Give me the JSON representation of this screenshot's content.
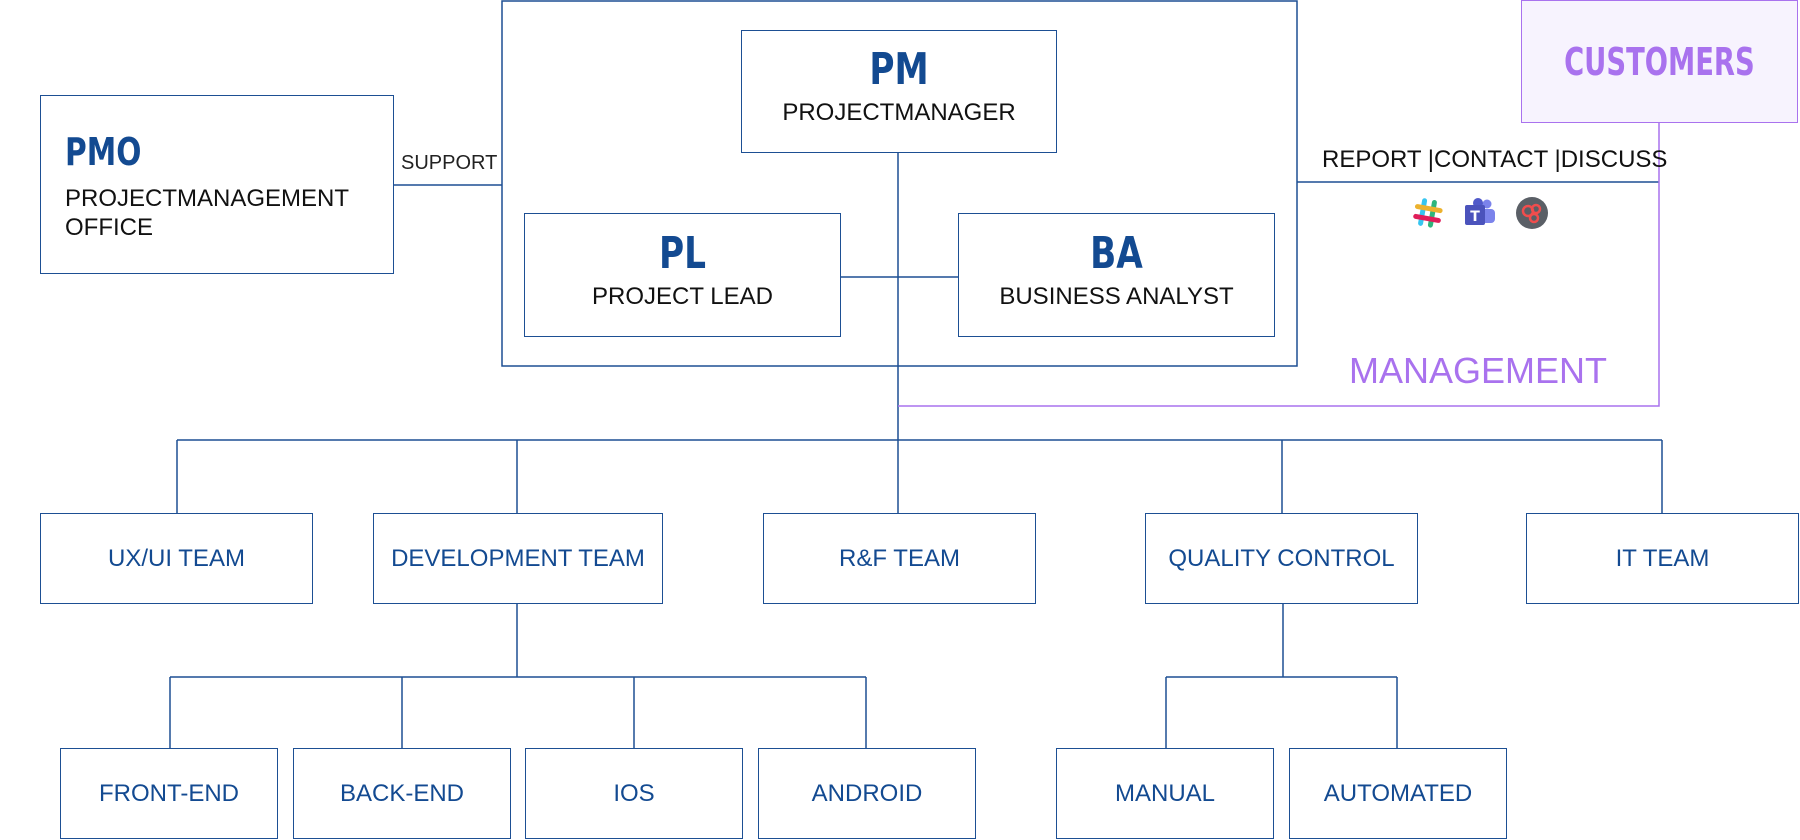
{
  "colors": {
    "primary": "#1d4f93",
    "text_blue": "#134a91",
    "accent_purple": "#a972ee",
    "customer_bg": "#f7f3fe"
  },
  "pmo": {
    "abbr": "PMO",
    "line1": "PROJECTMANAGEMENT",
    "line2": "OFFICE"
  },
  "support_label": "SUPPORT",
  "pm": {
    "abbr": "PM",
    "full": "PROJECTMANAGER"
  },
  "pl": {
    "abbr": "PL",
    "full": "PROJECT LEAD"
  },
  "ba": {
    "abbr": "BA",
    "full": "BUSINESS ANALYST"
  },
  "customers": {
    "label": "CUSTOMERS"
  },
  "report_label": "REPORT |CONTACT |DISCUSS",
  "comm_icons": [
    "slack-icon",
    "teams-icon",
    "meeting-app-icon"
  ],
  "management_label": "MANAGEMENT",
  "teams": {
    "uxui": "UX/UI TEAM",
    "dev": "DEVELOPMENT TEAM",
    "rf": "R&F TEAM",
    "qc": "QUALITY CONTROL",
    "it": "IT TEAM"
  },
  "dev_subteams": {
    "frontend": "FRONT-END",
    "backend": "BACK-END",
    "ios": "IOS",
    "android": "ANDROID"
  },
  "qc_subteams": {
    "manual": "MANUAL",
    "automated": "AUTOMATED"
  }
}
